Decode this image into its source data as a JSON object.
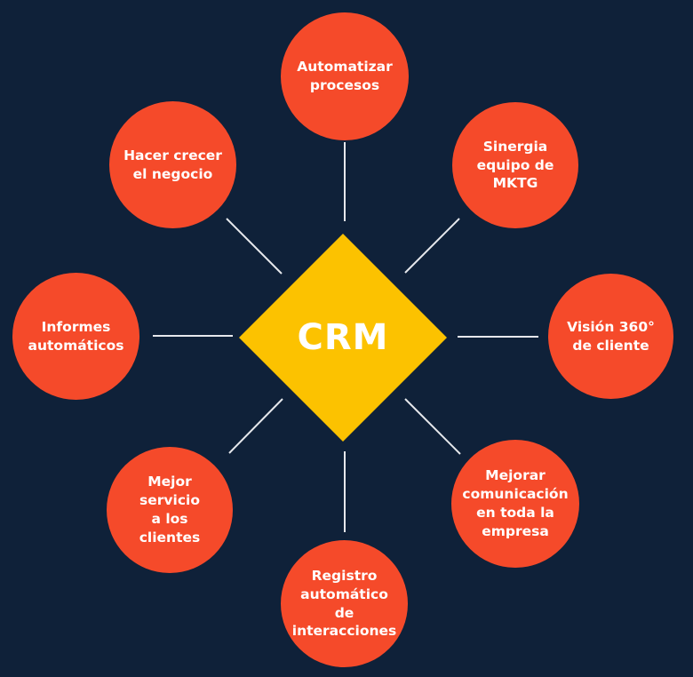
{
  "center": {
    "label": "CRM"
  },
  "nodes": [
    {
      "id": "automatizar",
      "label": "Automatizar\nprocesos"
    },
    {
      "id": "sinergia",
      "label": "Sinergia\nequipo de\nMKTG"
    },
    {
      "id": "vision",
      "label": "Visión 360°\nde cliente"
    },
    {
      "id": "mejorar",
      "label": "Mejorar\ncomunicación\nen toda la\nempresa"
    },
    {
      "id": "registro",
      "label": "Registro\nautomático de\ninteracciones"
    },
    {
      "id": "servicio",
      "label": "Mejor servicio\na los clientes"
    },
    {
      "id": "informes",
      "label": "Informes\nautomáticos"
    },
    {
      "id": "crecer",
      "label": "Hacer crecer\nel negocio"
    }
  ],
  "colors": {
    "background": "#0f2139",
    "center": "#fcc200",
    "node": "#f54a2a",
    "text": "#ffffff",
    "connector": "#e6e8ec"
  }
}
